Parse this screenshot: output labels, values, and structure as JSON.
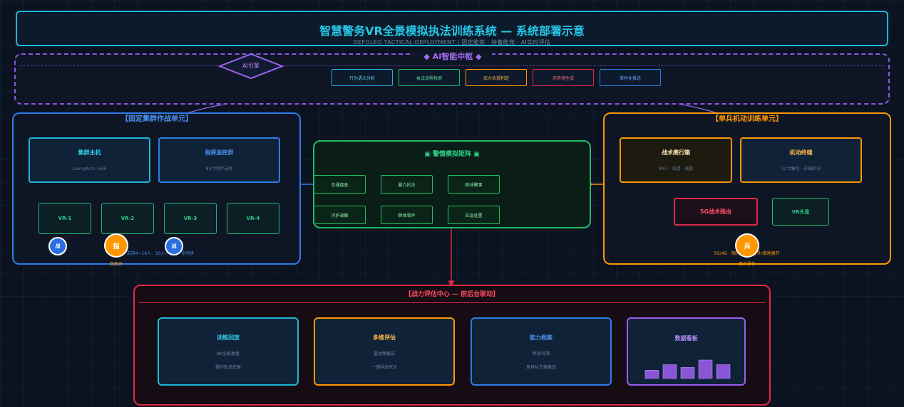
{
  "header": {
    "title": "智慧警务VR全景模拟执法训练系统 — 系统部署示意",
    "subtitle": "DEFOLEO TACTICAL DEPLOYMENT  |  固定能练 · 持着能宠 · AI实时评估"
  },
  "ai_hub": {
    "label": "◆ AI智能中枢 ◆",
    "engine": "AI引擎",
    "modules": [
      {
        "label": "行为语义分析",
        "color": "#1fb6d6"
      },
      {
        "label": "执法流程检测",
        "color": "#1fbf63"
      },
      {
        "label": "武力合规判定",
        "color": "#ff9800"
      },
      {
        "label": "态势预生成",
        "color": "#e02a44"
      },
      {
        "label": "差异化推送",
        "color": "#2f7be8"
      }
    ]
  },
  "fixed_unit": {
    "label": "【固定集群作战单元】",
    "host": {
      "title": "集群主机",
      "sub": "LoongArch 16核"
    },
    "monitor": {
      "title": "指挥监控屏",
      "sub": "85寸同步云屏"
    },
    "vr": [
      "VR-1",
      "VR-2",
      "VR-3",
      "VR-4"
    ],
    "badges": [
      {
        "label": "战",
        "caption": ""
      },
      {
        "label": "指",
        "caption": "指挥员"
      },
      {
        "label": "战",
        "caption": ""
      }
    ],
    "note": "支持4~16人 · 10人+协同 · 全同步"
  },
  "matrix": {
    "title": "▣ 警情模拟矩阵 ▣",
    "cells": [
      "交通盘查",
      "暴力抗法",
      "群体聚事",
      "闪护调解",
      "群体事件",
      "应急处置"
    ]
  },
  "mobile_unit": {
    "label": "【单兵机动训练单元】",
    "case": {
      "title": "战术携行箱",
      "sub": "IP67 · 误望 · 减震"
    },
    "terminal": {
      "title": "机动终端",
      "sub": "12寸触控 · 开箱即训"
    },
    "router": "5G战术路由",
    "headset": "VR头显",
    "badge": {
      "label": "兵",
      "caption": "单兵操作"
    },
    "note": "5G/4G · 随时随地 · 野外/临地展开"
  },
  "evaluation": {
    "label": "【战力评估中心 — 前后台联动】",
    "boxes": [
      {
        "title": "训练回放",
        "lines": [
          "8K全景复盘",
          "操作轨迹还原"
        ],
        "color": "#1fb6d6"
      },
      {
        "title": "多维评估",
        "lines": [
          "雷达图报告",
          "一键导出PDF"
        ],
        "color": "#ff9800"
      },
      {
        "title": "能力档案",
        "lines": [
          "终身可溯",
          "差异化方案推送"
        ],
        "color": "#2f7be8"
      },
      {
        "title": "数据看板",
        "lines": [],
        "color": "#9a5ef0"
      }
    ],
    "dashboard_bars": [
      0.45,
      0.75,
      0.6,
      1.0,
      0.75
    ]
  },
  "colors": {
    "cyan": "#1fb6d6",
    "blue": "#2f7be8",
    "green": "#1fbf63",
    "orange": "#ff9800",
    "red": "#e02a44",
    "purple": "#8d56e0"
  }
}
